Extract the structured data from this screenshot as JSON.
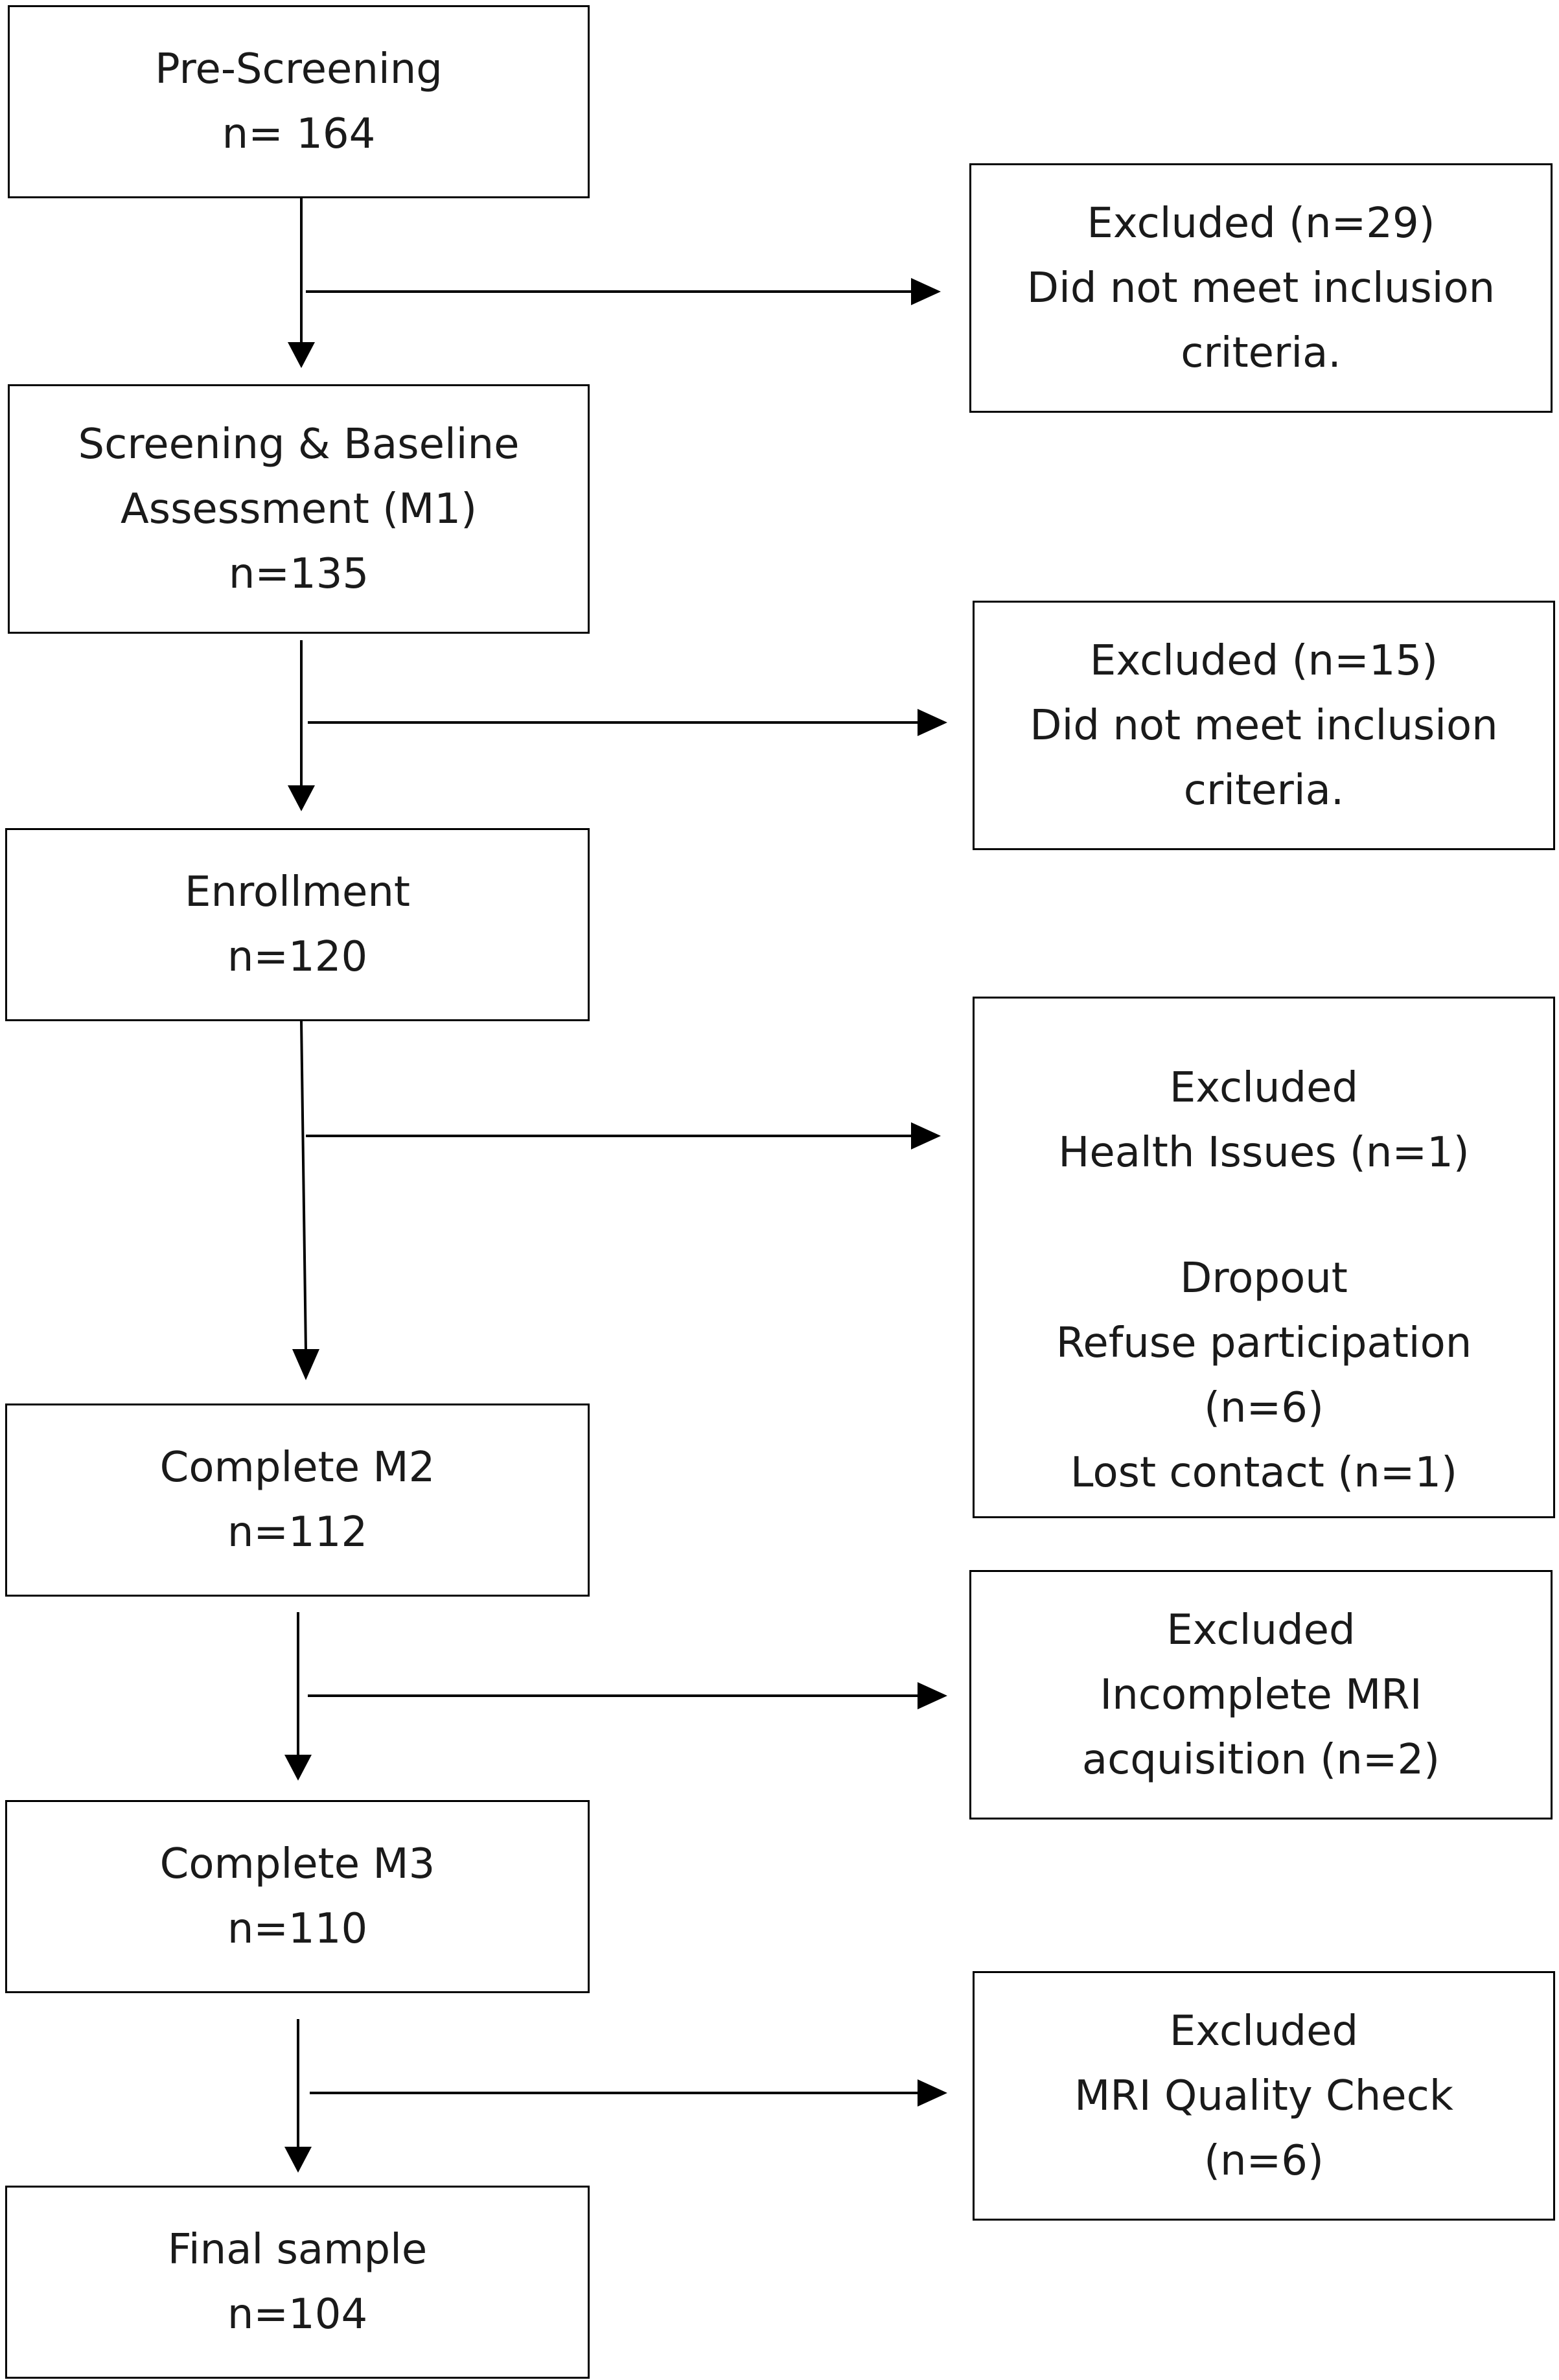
{
  "flow": {
    "pre_screening": {
      "label": "Pre-Screening",
      "count": "n= 164"
    },
    "screening": {
      "label_line1": "Screening & Baseline",
      "label_line2": "Assessment (M1)",
      "count": "n=135"
    },
    "enrollment": {
      "label": "Enrollment",
      "count": "n=120"
    },
    "complete_m2": {
      "label": "Complete M2",
      "count": "n=112"
    },
    "complete_m3": {
      "label": "Complete M3",
      "count": "n=110"
    },
    "final_sample": {
      "label": "Final sample",
      "count": "n=104"
    }
  },
  "exclusions": {
    "after_pre_screening": {
      "line1": "Excluded (n=29)",
      "line2": "Did not meet inclusion",
      "line3": "criteria."
    },
    "after_screening": {
      "line1": "Excluded (n=15)",
      "line2": "Did not meet inclusion",
      "line3": "criteria."
    },
    "after_enrollment": {
      "line1": "Excluded",
      "line2": "Health Issues (n=1)",
      "line3": "Dropout",
      "line4": "Refuse participation",
      "line5": "(n=6)",
      "line6": "Lost contact (n=1)"
    },
    "after_m2": {
      "line1": "Excluded",
      "line2": "Incomplete MRI",
      "line3": "acquisition (n=2)"
    },
    "after_m3": {
      "line1": "Excluded",
      "line2": "MRI Quality Check",
      "line3": "(n=6)"
    }
  }
}
